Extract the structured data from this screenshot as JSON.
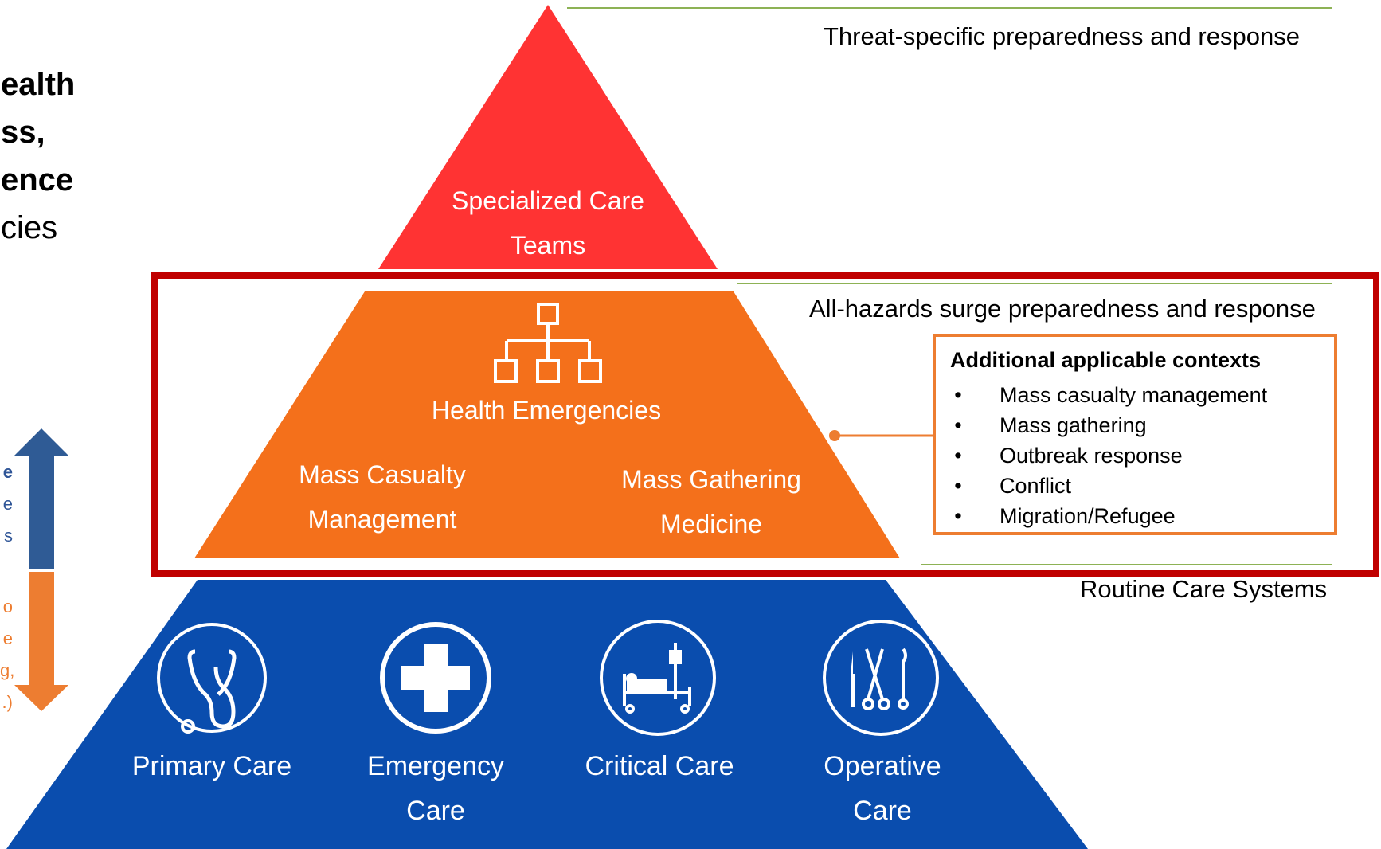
{
  "left_panel": {
    "title_lines": [
      "ealth",
      "ss,",
      "ence"
    ],
    "title_last_line": "cies",
    "arrow_up_text": [
      "e",
      "e",
      "s"
    ],
    "arrow_down_text": [
      "o",
      "e",
      "g,",
      ".)"
    ]
  },
  "levels": {
    "top": "Threat-specific preparedness and response",
    "middle": "All-hazards surge preparedness and response",
    "bottom": "Routine Care Systems"
  },
  "pyramid": {
    "top_tier": {
      "line1": "Specialized Care",
      "line2": "Teams",
      "color": "#FF3333"
    },
    "middle_tier": {
      "icon": "org-chart-icon",
      "title": "Health Emergencies",
      "left_line1": "Mass Casualty",
      "left_line2": "Management",
      "right_line1": "Mass Gathering",
      "right_line2": "Medicine",
      "color": "#F4701B"
    },
    "bottom_tier": {
      "color": "#0A4DAE",
      "items": [
        {
          "icon": "stethoscope-icon",
          "line1": "Primary Care",
          "line2": ""
        },
        {
          "icon": "medical-cross-icon",
          "line1": "Emergency",
          "line2": "Care"
        },
        {
          "icon": "hospital-bed-icon",
          "line1": "Critical Care",
          "line2": ""
        },
        {
          "icon": "surgical-tools-icon",
          "line1": "Operative",
          "line2": "Care"
        }
      ]
    }
  },
  "context_box": {
    "title": "Additional applicable contexts",
    "bullet": "•",
    "items": [
      "Mass casualty management",
      "Mass gathering",
      "Outbreak response",
      "Conflict",
      "Migration/Refugee"
    ],
    "border_color": "#ED7D31"
  },
  "colors": {
    "highlight_frame": "#C00000",
    "divider_lines": "#8DB255",
    "arrow_up": "#2F5B95",
    "arrow_down": "#ED7D31",
    "arrow_up_text": "#2F5597",
    "arrow_down_text": "#ED7D31"
  }
}
